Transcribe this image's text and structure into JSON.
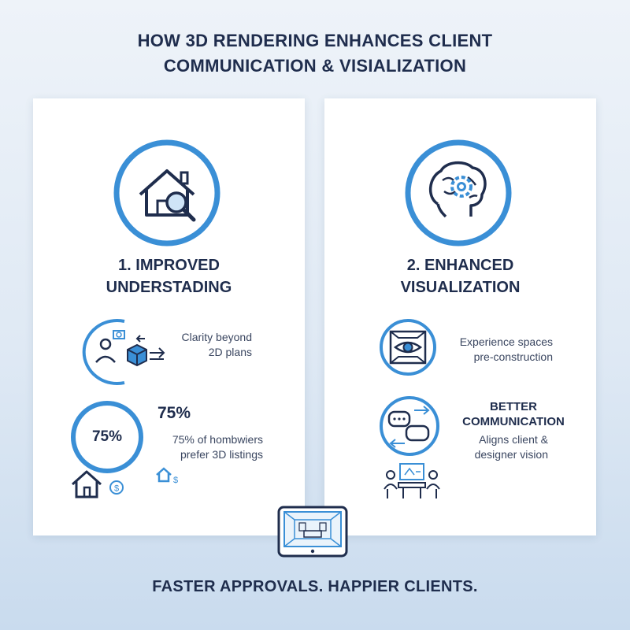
{
  "title": {
    "line1": "HOW 3D RENDERING ENHANCES CLIENT",
    "line2": "COMMUNICATION & VISIALIZATION"
  },
  "left_card": {
    "hero_icon": "house-magnifier-icon",
    "heading_line1": "1. IMPROVED",
    "heading_line2": "UNDERSTADING",
    "feature1": {
      "icon": "person-cube-arrows-icon",
      "text_line1": "Clarity beyond",
      "text_line2": "2D plans"
    },
    "stat": {
      "circle_value": "75%",
      "value": "75%",
      "text_line1": "75% of hombwiers",
      "text_line2": "prefer 3D listings"
    }
  },
  "right_card": {
    "hero_icon": "brain-gear-icon",
    "heading_line1": "2. ENHANCED",
    "heading_line2": "VISUALIZATION",
    "feature1": {
      "icon": "eye-room-icon",
      "text_line1": "Experience spaces",
      "text_line2": "pre-construction"
    },
    "feature2": {
      "icon": "chat-bubbles-icon",
      "title_line1": "BETTER",
      "title_line2": "COMMUNICATION",
      "text_line1": "Aligns client &",
      "text_line2": "designer vision"
    }
  },
  "footer": "FASTER APPROVALS. HAPPIER CLIENTS.",
  "colors": {
    "accent": "#3a8fd6",
    "dark": "#1f2d4d",
    "card": "#ffffff"
  }
}
